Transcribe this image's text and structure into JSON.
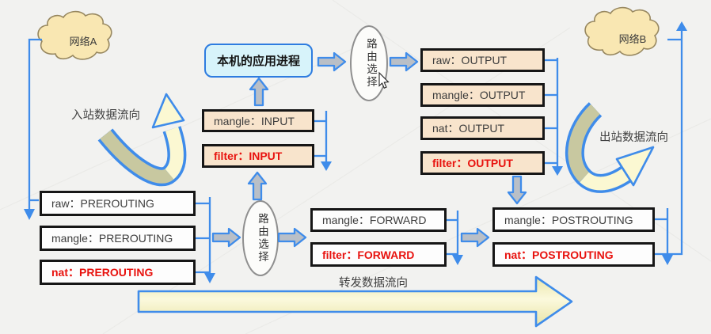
{
  "colors": {
    "accent_blue": "#3f8cea",
    "box_tan": "#f8e4cc",
    "box_white": "#fdfdfd",
    "emphasis_red": "#e8120e",
    "process_cyan": "#d7f3fa",
    "cloud_yellow": "#f9e7b2",
    "arrow_grey": "#b5bcc4",
    "flow_arrow_yellow": "#f5f1bd",
    "swoosh_olive": "#c8c8a0",
    "swoosh_pale_yellow": "#fbf8d2"
  },
  "icons": {
    "cursor": "mouse-pointer-icon"
  },
  "clouds": {
    "a": {
      "label": "网络A"
    },
    "b": {
      "label": "网络B"
    }
  },
  "process": {
    "label": "本机的应用进程"
  },
  "routing_top": {
    "label": "路由选择"
  },
  "routing_bottom": {
    "label": "路由选择"
  },
  "flow_labels": {
    "inbound": "入站数据流向",
    "outbound": "出站数据流向",
    "forward": "转发数据流向"
  },
  "chains": {
    "input": [
      {
        "label": "mangle：INPUT",
        "emphasis": false
      },
      {
        "label": "filter：INPUT",
        "emphasis": true
      }
    ],
    "output": [
      {
        "label": "raw：OUTPUT",
        "emphasis": false
      },
      {
        "label": "mangle：OUTPUT",
        "emphasis": false
      },
      {
        "label": "nat：OUTPUT",
        "emphasis": false
      },
      {
        "label": "filter：OUTPUT",
        "emphasis": true
      }
    ],
    "prerouting": [
      {
        "label": "raw：PREROUTING",
        "emphasis": false
      },
      {
        "label": "mangle：PREROUTING",
        "emphasis": false
      },
      {
        "label": "nat：PREROUTING",
        "emphasis": true
      }
    ],
    "forward": [
      {
        "label": "mangle：FORWARD",
        "emphasis": false
      },
      {
        "label": "filter：FORWARD",
        "emphasis": true
      }
    ],
    "postrouting": [
      {
        "label": "mangle：POSTROUTING",
        "emphasis": false
      },
      {
        "label": "nat：POSTROUTING",
        "emphasis": true
      }
    ]
  }
}
